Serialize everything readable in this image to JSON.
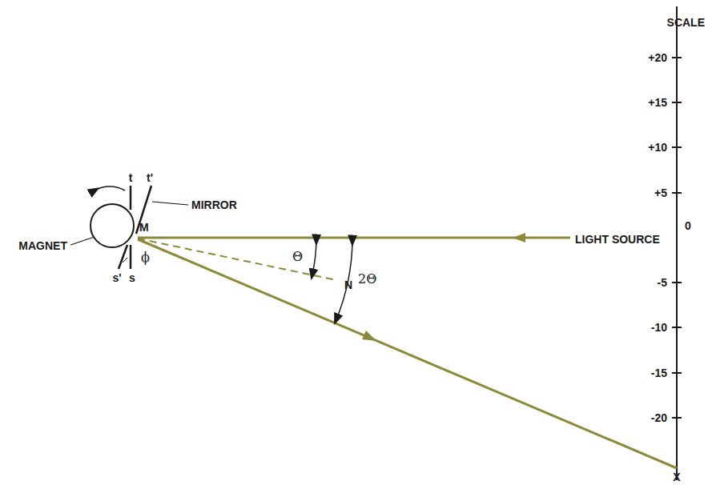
{
  "diagram": {
    "labels": [
      "SCALE",
      "+20",
      "+15",
      "+10",
      "+5",
      "0",
      "-5",
      "-10",
      "-15",
      "-20",
      "X",
      "LIGHT SOURCE",
      "t",
      "t'",
      "MIRROR",
      "M",
      "MAGNET",
      "s'",
      "s",
      "ϕ",
      "Θ",
      "N",
      "2Θ"
    ]
  }
}
